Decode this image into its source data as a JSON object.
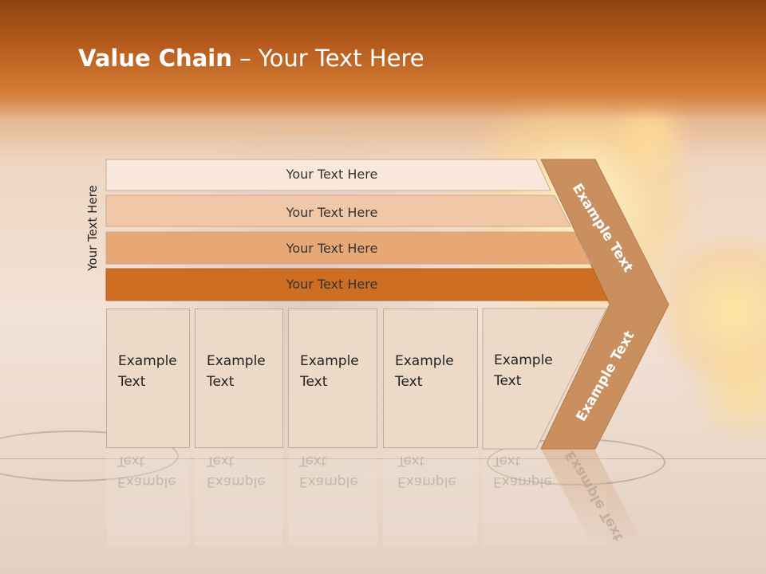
{
  "slide": {
    "title_bold": "Value Chain",
    "title_rest": " – Your Text Here",
    "vertical_label": "Your Text Here",
    "bars": [
      {
        "label": "Your Text Here",
        "color": "#f9e7dc"
      },
      {
        "label": "Your Text Here",
        "color": "#f0c8a8"
      },
      {
        "label": "Your Text Here",
        "color": "#e8a876"
      },
      {
        "label": "Your Text Here",
        "color": "#cd6e22"
      }
    ],
    "boxes": [
      {
        "line1": "Example",
        "line2": "Text"
      },
      {
        "line1": "Example",
        "line2": "Text"
      },
      {
        "line1": "Example",
        "line2": "Text"
      },
      {
        "line1": "Example",
        "line2": "Text"
      },
      {
        "line1": "Example",
        "line2": "Text"
      }
    ],
    "chevron_top": "Example Text",
    "chevron_bottom": "Example Text",
    "chevron_color": "#c98f5f"
  }
}
